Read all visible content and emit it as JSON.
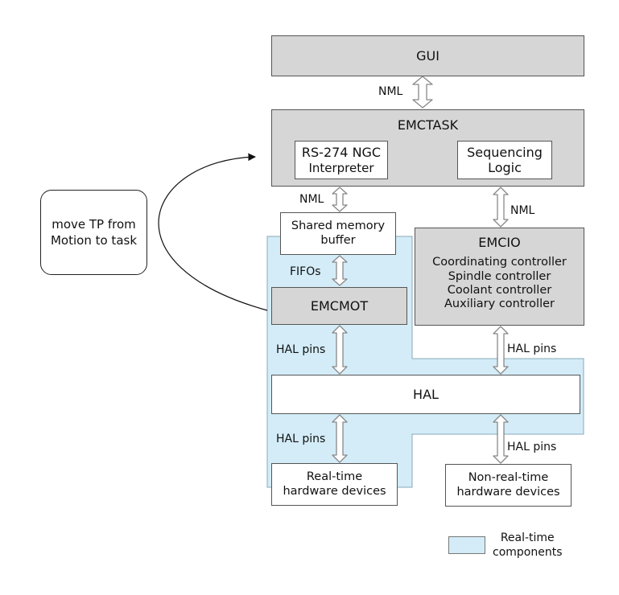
{
  "nodes": {
    "gui": "GUI",
    "emctask": "EMCTASK",
    "interpreter_line1": "RS-274 NGC",
    "interpreter_line2": "Interpreter",
    "sequencing_line1": "Sequencing",
    "sequencing_line2": "Logic",
    "shm_line1": "Shared memory",
    "shm_line2": "buffer",
    "emcmot": "EMCMOT",
    "emcio": "EMCIO",
    "emcio_items": [
      "Coordinating controller",
      "Spindle controller",
      "Coolant controller",
      "Auxiliary controller"
    ],
    "hal": "HAL",
    "rt_line1": "Real-time",
    "rt_line2": "hardware devices",
    "nrt_line1": "Non-real-time",
    "nrt_line2": "hardware devices"
  },
  "links": {
    "nml_gui_task": "NML",
    "nml_task_shm": "NML",
    "nml_task_emcio": "NML",
    "fifos": "FIFOs",
    "hal_pins_emcmot": "HAL pins",
    "hal_pins_emcio": "HAL pins",
    "hal_pins_rt": "HAL pins",
    "hal_pins_nrt": "HAL pins"
  },
  "note": {
    "line1": "move TP  from",
    "line2": "Motion to  task"
  },
  "legend": {
    "line1": "Real-time",
    "line2": "components"
  },
  "colors": {
    "realtime_region": "#d3ecf8",
    "box_gray": "#d6d6d6",
    "border": "#555555"
  }
}
